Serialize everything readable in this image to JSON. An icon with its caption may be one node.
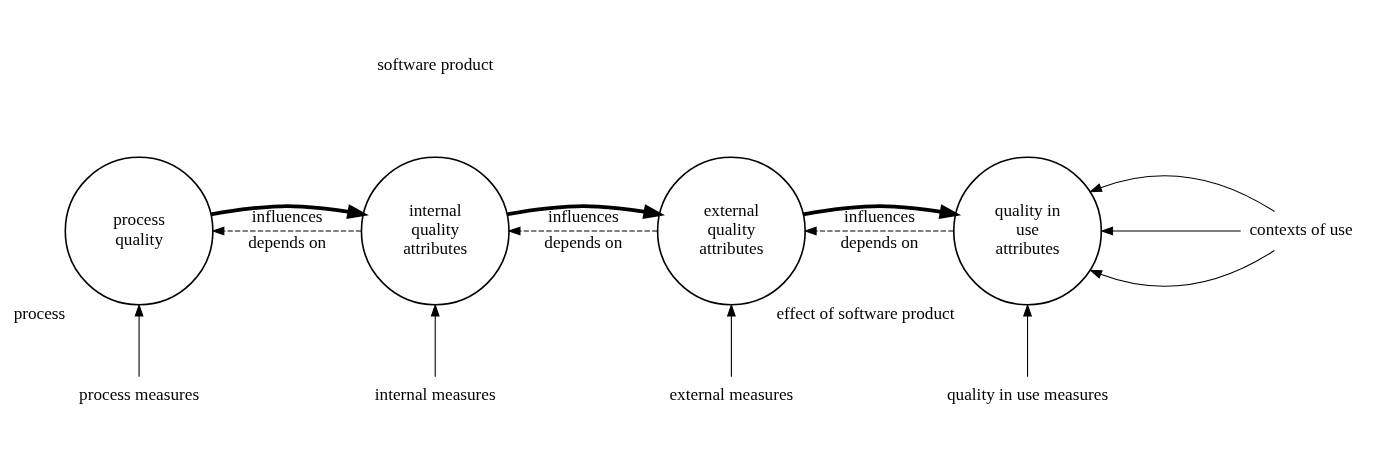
{
  "diagram": {
    "nodes": [
      {
        "text": [
          "process quality"
        ],
        "beside": [
          "process"
        ]
      },
      {
        "text": [
          "internal quality attributes"
        ]
      },
      {
        "text": [
          "external quality attributes"
        ]
      },
      {
        "text": [
          "quality in use attributes"
        ],
        "beside": [
          "effect of software product"
        ]
      },
      {
        "text": [
          "process measures"
        ]
      },
      {
        "text": [
          "internal measures"
        ]
      },
      {
        "text": [
          "external measures"
        ]
      },
      {
        "text": [
          "quality in use measures"
        ]
      },
      {
        "text": [
          "contexts of use"
        ]
      }
    ],
    "edges": [
      {
        "from": 0,
        "to": 1,
        "arrow": "to",
        "label": "influences",
        "style": "thick"
      },
      {
        "from": 1,
        "to": 0,
        "arrow": "to",
        "label": "depends on",
        "style": "dashed"
      },
      {
        "from": 1,
        "to": 2,
        "arrow": "to",
        "label": "influences",
        "style": "thick"
      },
      {
        "from": 2,
        "to": 1,
        "arrow": "to",
        "label": "depends on",
        "style": "dashed"
      },
      {
        "from": 2,
        "to": 3,
        "arrow": "to",
        "label": "influences",
        "style": "thick"
      },
      {
        "from": 3,
        "to": 2,
        "arrow": "to",
        "label": "depends on",
        "style": "dashed"
      },
      {
        "from": 4,
        "to": 0,
        "arrow": "to"
      },
      {
        "from": 5,
        "to": 1,
        "arrow": "to"
      },
      {
        "from": 6,
        "to": 2,
        "arrow": "to"
      },
      {
        "from": 7,
        "to": 3,
        "arrow": "to"
      },
      {
        "from": 8,
        "to": 3,
        "arrow": "to"
      },
      {
        "from": 8,
        "to": 3,
        "arrow": "to"
      },
      {
        "from": 8,
        "to": 3,
        "arrow": "to"
      }
    ],
    "labels": [
      "software product"
    ]
  }
}
